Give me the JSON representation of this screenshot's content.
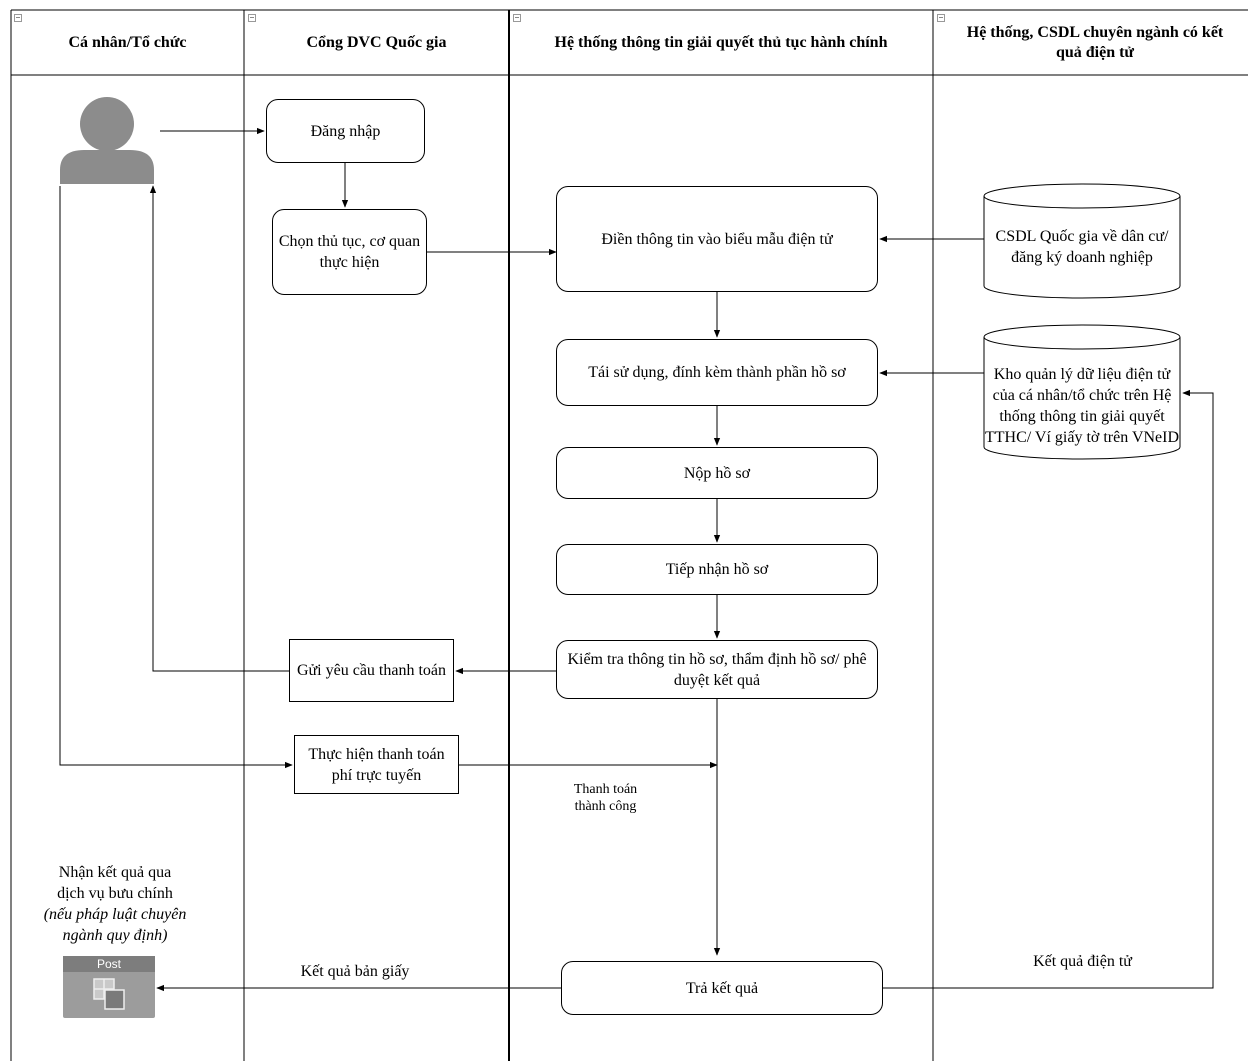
{
  "lanes": [
    {
      "title": "Cá nhân/Tổ chức"
    },
    {
      "title": "Cổng DVC Quốc gia"
    },
    {
      "title": "Hệ thống thông tin giải quyết thủ tục hành chính"
    },
    {
      "title": "Hệ thống, CSDL chuyên ngành có kết quả điện tử"
    }
  ],
  "nodes": {
    "login": "Đăng nhập",
    "choose_procedure": "Chọn thủ tục, cơ quan thực hiện",
    "fill_form": "Điền thông tin vào biểu mẫu điện tử",
    "reuse_attach": "Tái sử dụng, đính kèm thành phần hồ sơ",
    "submit": "Nộp hồ sơ",
    "receive": "Tiếp nhận hồ sơ",
    "check": "Kiểm tra thông tin hồ sơ, thẩm định hồ sơ/ phê duyệt kết quả",
    "payment_request": "Gửi yêu cầu thanh toán",
    "pay_online": "Thực hiện thanh toán phí trực tuyến",
    "return_result": "Trả kết quả",
    "db_population": "CSDL Quốc gia về dân cư/ đăng ký doanh nghiệp",
    "db_repository": "Kho quản lý dữ liệu điện tử của cá nhân/tổ chức trên Hệ thống thông tin giải quyết TTHC/ Ví giấy tờ trên VNeID"
  },
  "labels": {
    "payment_success": "Thanh toán thành công",
    "paper_result": "Kết quả bản giấy",
    "electronic_result": "Kết quả điện tử",
    "postal_line1": "Nhận kết quả qua",
    "postal_line2": "dịch vụ bưu chính",
    "postal_note": "(nếu pháp luật chuyên ngành quy định)",
    "post_icon_text": "Post"
  },
  "icons": {
    "actor": "user-silhouette-icon",
    "post": "post-office-icon",
    "collapse": "collapse-box-icon"
  }
}
